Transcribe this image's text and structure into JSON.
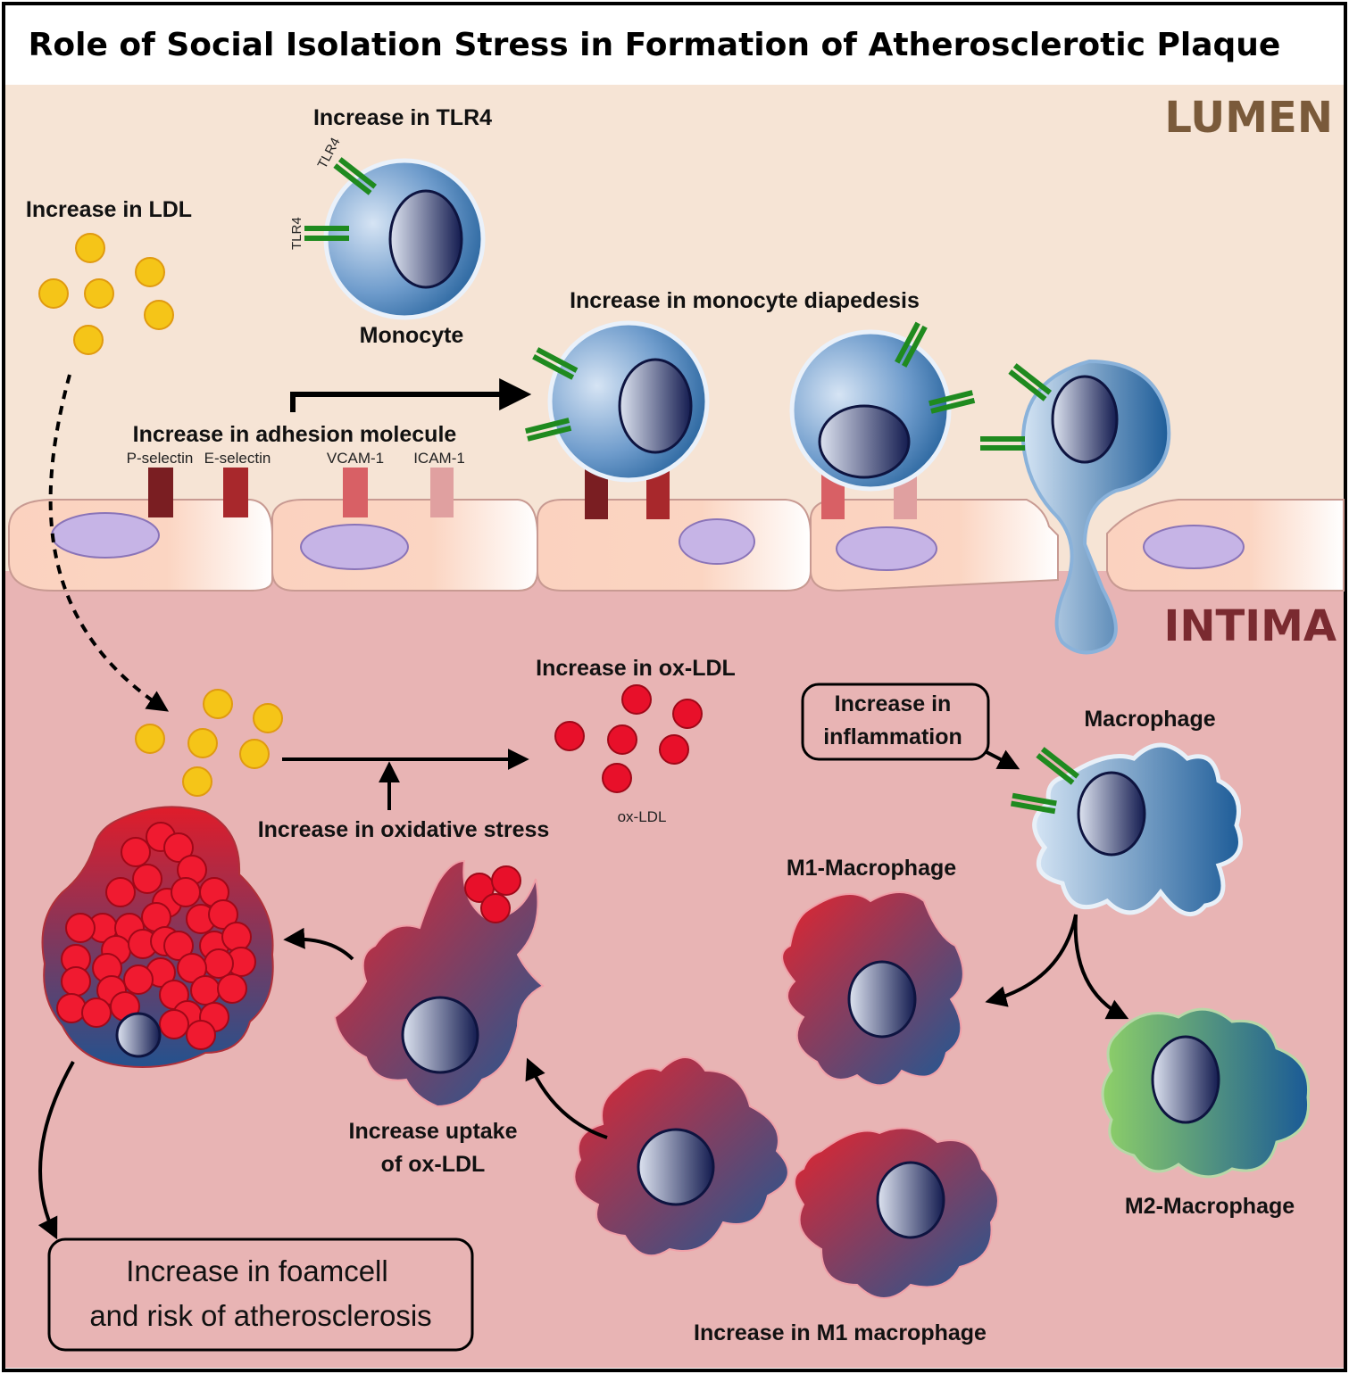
{
  "title": "Role of Social Isolation Stress in Formation of Atherosclerotic Plaque",
  "zones": {
    "lumen": "LUMEN",
    "intima": "INTIMA"
  },
  "labels": {
    "increase_ldl": "Increase in LDL",
    "increase_tlr4": "Increase in TLR4",
    "tlr4": "TLR4",
    "monocyte": "Monocyte",
    "diapedesis": "Increase in monocyte diapedesis",
    "adhesion": "Increase in adhesion molecule",
    "p_selectin": "P-selectin",
    "e_selectin": "E-selectin",
    "vcam": "VCAM-1",
    "icam": "ICAM-1",
    "ox_ldl_increase": "Increase in ox-LDL",
    "ox_ldl": "ox-LDL",
    "oxidative": "Increase in oxidative stress",
    "inflammation_1": "Increase in",
    "inflammation_2": "inflammation",
    "macrophage": "Macrophage",
    "m1": "M1-Macrophage",
    "m2": "M2-Macrophage",
    "uptake_1": "Increase uptake",
    "uptake_2": "of ox-LDL",
    "m1_increase": "Increase in M1 macrophage",
    "foam_1": "Increase in foamcell",
    "foam_2": "and risk of atherosclerosis"
  },
  "colors": {
    "lumen_bg": "#f6e4d5",
    "intima_bg": "#e8b4b4",
    "lumen_text": "#7a5a3a",
    "intima_text": "#7a2a30",
    "ldl": "#f5c518",
    "ox_ldl": "#e8102a",
    "receptor": "#1f8a1f",
    "p_selectin": "#7a1e22",
    "e_selectin": "#a8282c",
    "vcam": "#d86065",
    "icam": "#e0a0a0",
    "nucleus": "#c6b4e6"
  }
}
